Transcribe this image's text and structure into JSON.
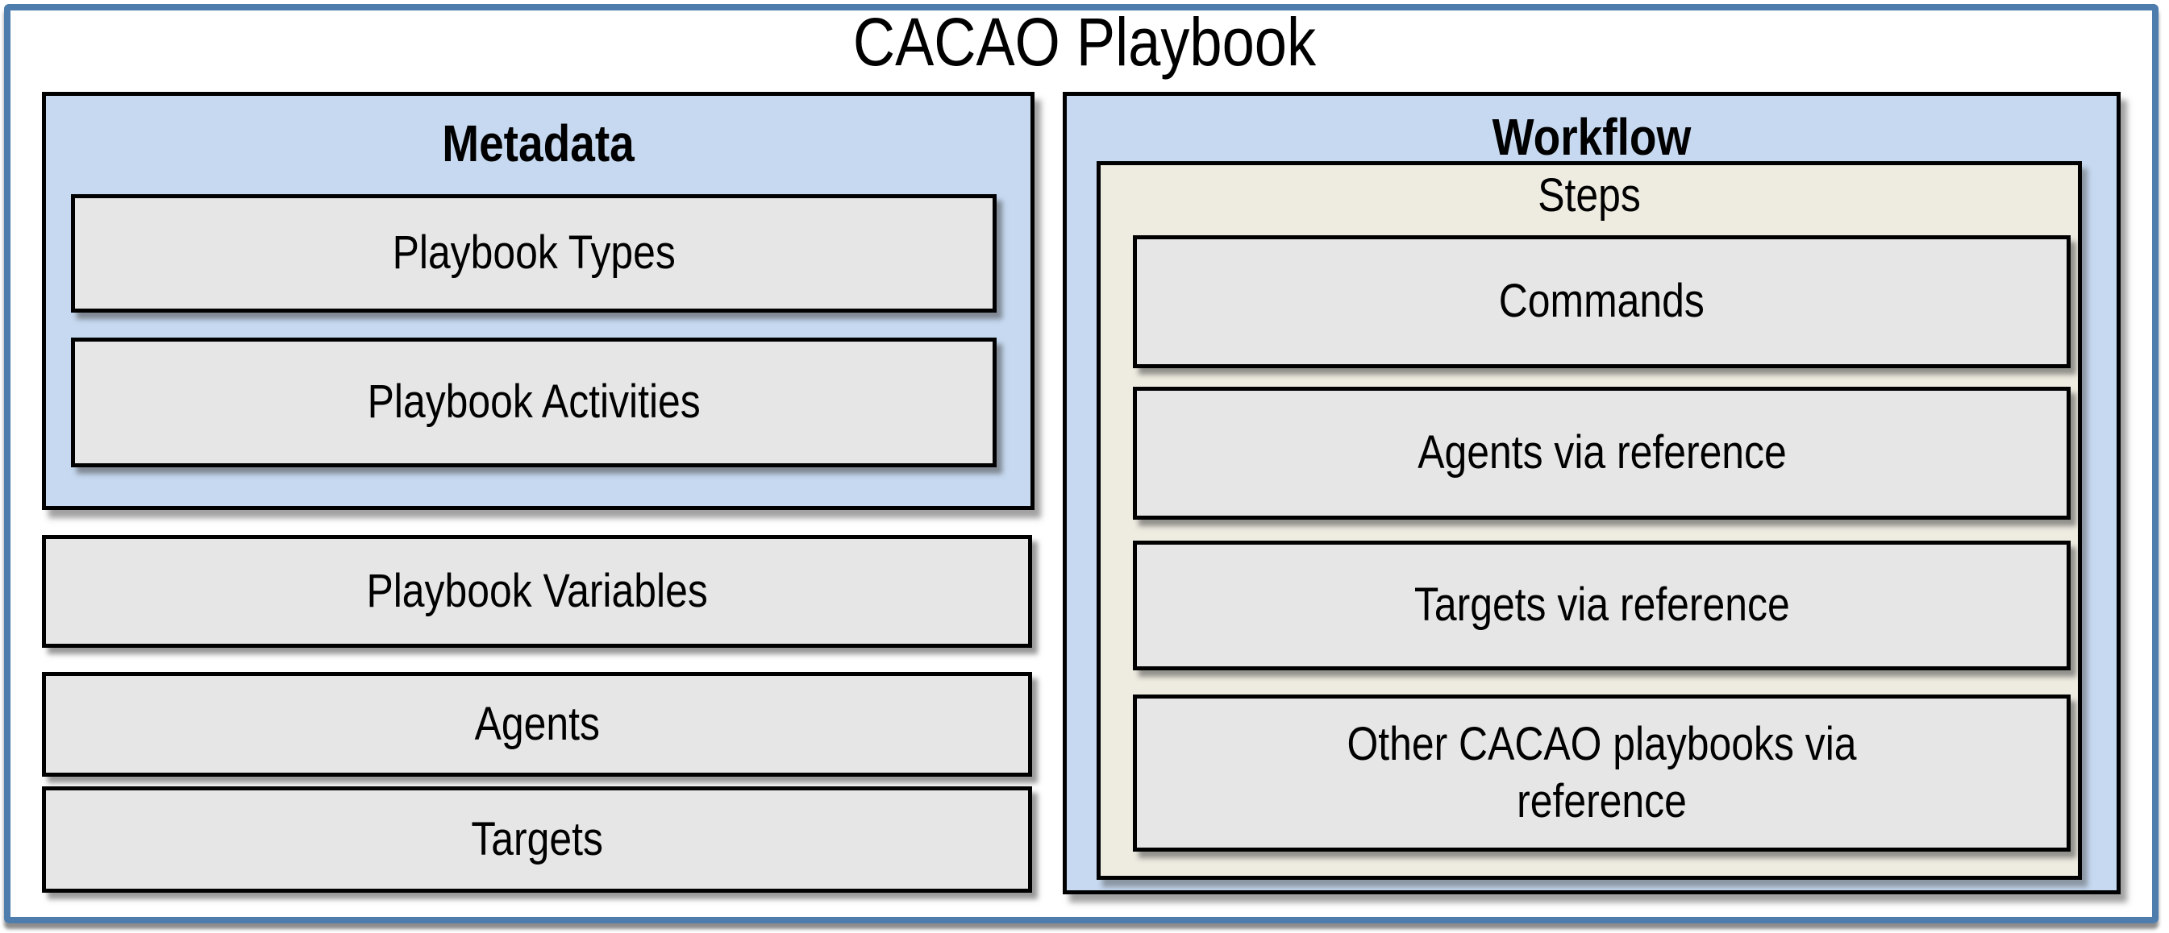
{
  "title": "CACAO Playbook",
  "colors": {
    "frame_blue": "#4e7cad",
    "section_blue_fill": "#c6d9f0",
    "steps_beige_fill": "#eeece1",
    "item_gray_fill": "#e7e6e6",
    "border_black": "#000000"
  },
  "metadata": {
    "heading": "Metadata",
    "items": [
      {
        "label": "Playbook Types"
      },
      {
        "label": "Playbook Activities"
      }
    ]
  },
  "shared": {
    "items": [
      {
        "label": "Playbook Variables"
      },
      {
        "label": "Agents"
      },
      {
        "label": "Targets"
      }
    ]
  },
  "workflow": {
    "heading": "Workflow",
    "steps": {
      "heading": "Steps",
      "items": [
        {
          "label": "Commands"
        },
        {
          "label": "Agents via reference"
        },
        {
          "label": "Targets via reference"
        },
        {
          "label": "Other CACAO playbooks via\nreference"
        }
      ]
    }
  }
}
